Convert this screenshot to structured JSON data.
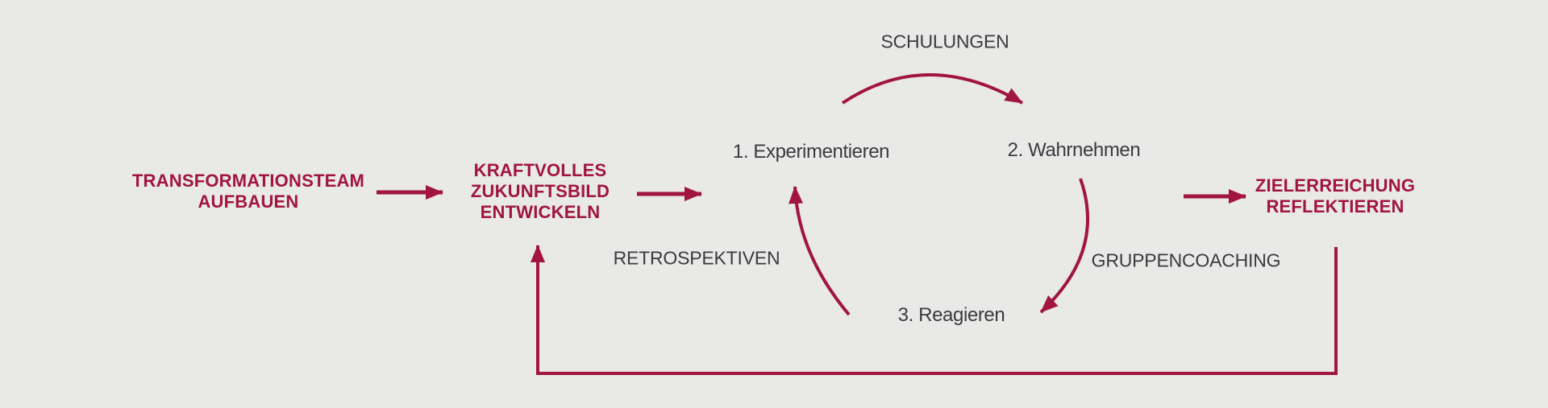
{
  "colors": {
    "background": "#E9E9E7",
    "accent": "#A1153F",
    "text_dark": "#3A3A41"
  },
  "flow": {
    "build_team": "TRANSFORMATIONSTEAM\nAUFBAUEN",
    "vision": "KRAFTVOLLES\nZUKUNFTSBILD\nENTWICKELN",
    "reflect_goals": "ZIELERREICHUNG\nREFLEKTIEREN"
  },
  "cycle": {
    "steps": [
      "1. Experimentieren",
      "2. Wahrnehmen",
      "3. Reagieren"
    ],
    "interventions": {
      "top": "SCHULUNGEN",
      "left": "RETROSPEKTIVEN",
      "right": "GRUPPENCOACHING"
    }
  }
}
